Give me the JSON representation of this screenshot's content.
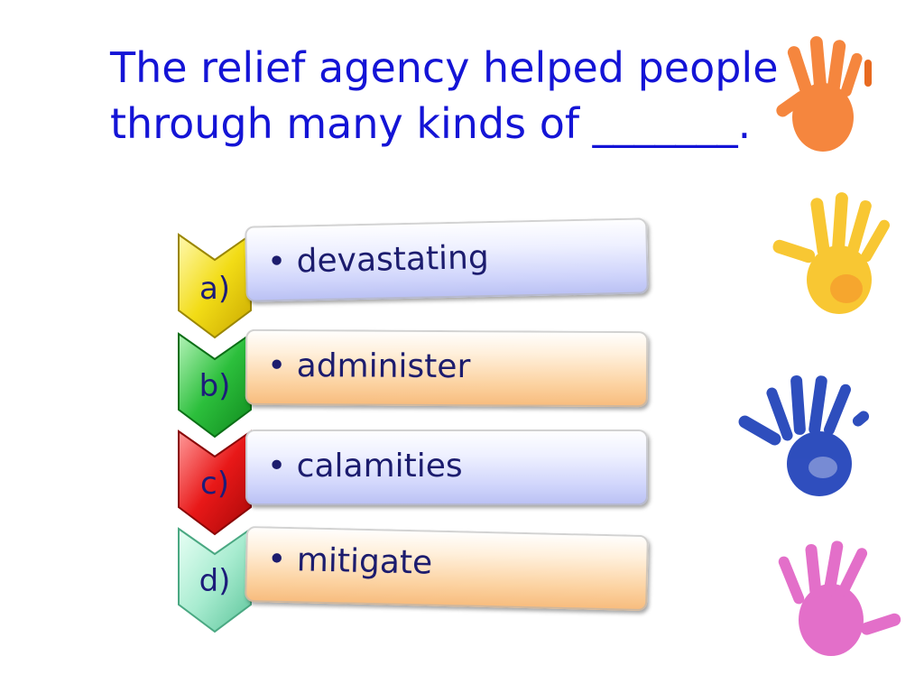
{
  "question": {
    "line1": "The relief agency helped people",
    "line2": "through many kinds of _______."
  },
  "options": [
    {
      "letter": "a)",
      "text": "• devastating",
      "chevron_color": "#f2dc16",
      "bar_style": "blue"
    },
    {
      "letter": "b)",
      "text": "• administer",
      "chevron_color": "#2cbf3c",
      "bar_style": "orange"
    },
    {
      "letter": "c)",
      "text": "• calamities",
      "chevron_color": "#e81818",
      "bar_style": "blue"
    },
    {
      "letter": "d)",
      "text": "• mitigate",
      "chevron_color": "#a8ecd0",
      "bar_style": "orange"
    }
  ],
  "hands": [
    {
      "name": "orange-handprint-icon",
      "color": "#f47a2a"
    },
    {
      "name": "yellow-handprint-icon",
      "color": "#f8c21e"
    },
    {
      "name": "blue-handprint-icon",
      "color": "#1d3fb8"
    },
    {
      "name": "pink-handprint-icon",
      "color": "#e060c4"
    }
  ]
}
